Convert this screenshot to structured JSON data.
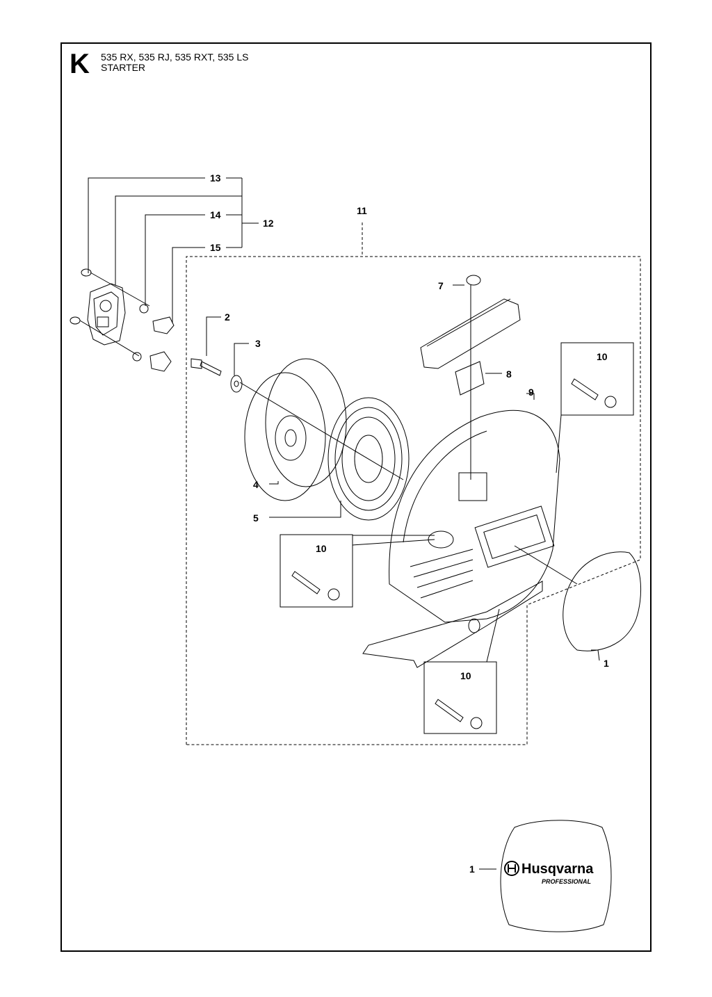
{
  "section": {
    "letter": "K",
    "models": "535 RX, 535 RJ, 535 RXT, 535 LS",
    "name": "STARTER"
  },
  "callouts": {
    "c13": "13",
    "c14": "14",
    "c15": "15",
    "c12": "12",
    "c11": "11",
    "c7": "7",
    "c2": "2",
    "c3": "3",
    "c8": "8",
    "c9": "9",
    "c10a": "10",
    "c4": "4",
    "c5": "5",
    "c10b": "10",
    "c1a": "1",
    "c10c": "10",
    "c1b": "1"
  },
  "decal": {
    "brand": "Husqvarna",
    "sub": "PROFESSIONAL"
  },
  "colors": {
    "line": "#000000",
    "background": "#ffffff"
  }
}
